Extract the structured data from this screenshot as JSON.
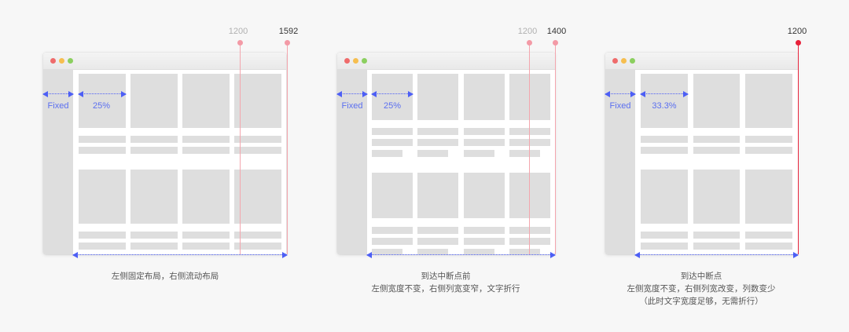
{
  "colors": {
    "background": "#f7f7f7",
    "placeholder": "#dedede",
    "dimension_arrow": "#4d5ff5",
    "breakpoint_line": "#f3a6ae",
    "breakpoint_active": "#e8213a",
    "traffic_lights": [
      "#ef6b6b",
      "#f6be4f",
      "#8bcf5f"
    ]
  },
  "panels": [
    {
      "breakpoints": [
        {
          "label": "1200",
          "style": "muted"
        },
        {
          "label": "1592",
          "style": "dark"
        }
      ],
      "sidebar_label": "Fixed",
      "column_label": "25%",
      "columns": 4,
      "caption": [
        "左侧固定布局，右侧流动布局"
      ]
    },
    {
      "breakpoints": [
        {
          "label": "1200",
          "style": "muted"
        },
        {
          "label": "1400",
          "style": "dark"
        }
      ],
      "sidebar_label": "Fixed",
      "column_label": "25%",
      "columns": 4,
      "caption": [
        "到达中断点前",
        "左侧宽度不变，右侧列宽变窄，文字折行"
      ]
    },
    {
      "breakpoints": [
        {
          "label": "1200",
          "style": "dark"
        }
      ],
      "sidebar_label": "Fixed",
      "column_label": "33.3%",
      "columns": 3,
      "caption": [
        "到达中断点",
        "左侧宽度不变，右侧列宽改变，列数变少",
        "（此时文字宽度足够，无需折行）"
      ]
    }
  ]
}
